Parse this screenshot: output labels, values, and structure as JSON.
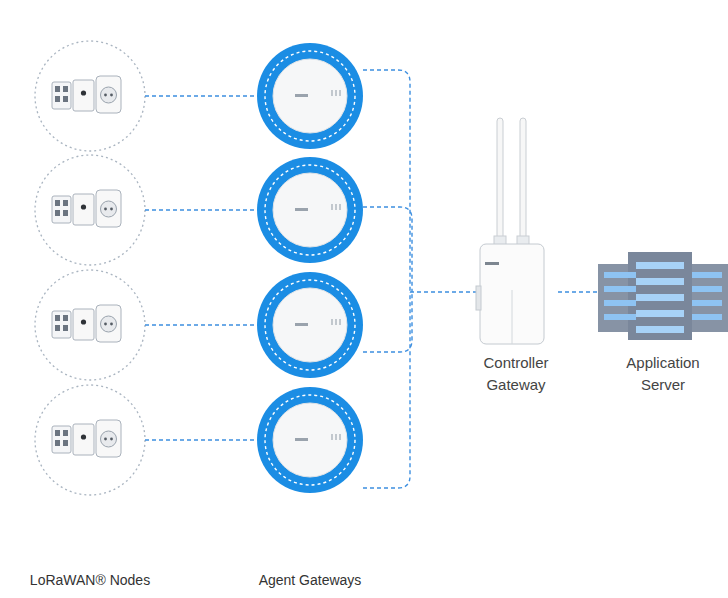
{
  "diagram": {
    "nodes": [
      {
        "text": [
          "Controller Gateway"
        ]
      },
      {
        "text": [
          "Application Server"
        ]
      }
    ],
    "edges": [
      {
        "from": 0,
        "to": 1,
        "arrow": "none"
      }
    ],
    "labels": [
      "LoRaWAN® Nodes",
      "Agent Gateways"
    ]
  }
}
